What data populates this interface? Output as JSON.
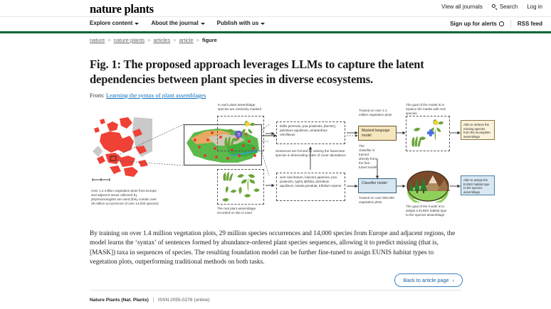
{
  "masthead": {
    "brand": "nature plants",
    "links": [
      {
        "label": "View all journals",
        "icon": null
      },
      {
        "label": "Search",
        "icon": "search-icon"
      },
      {
        "label": "Log in",
        "icon": null
      }
    ]
  },
  "nav": {
    "left": [
      {
        "label": "Explore content",
        "icon": "chevron-down-icon"
      },
      {
        "label": "About the journal",
        "icon": "chevron-down-icon"
      },
      {
        "label": "Publish with us",
        "icon": "chevron-down-icon"
      }
    ],
    "right": [
      {
        "label": "Sign up for alerts",
        "icon": "bell-icon"
      },
      {
        "label": "RSS feed",
        "icon": null
      }
    ],
    "accent_color": "#006634"
  },
  "breadcrumb": {
    "items": [
      "nature",
      "nature plants",
      "articles",
      "article"
    ],
    "current": "figure",
    "separator": ">"
  },
  "figure": {
    "title": "Fig. 1: The proposed approach leverages LLMs to capture the latent dependencies between plant species in diverse ecosystems.",
    "from_label": "From:",
    "from_link": "Learning the syntax of plant assemblages",
    "body": "By training on over 1.4 million vegetation plots, 29 million species occurrences and 14,000 species from Europe and adjacent regions, the model learns the ‘syntax’ of sentences formed by abundance-ordered plant species sequences, allowing it to predict missing (that is, [MASK]) taxa in sequences of species. The resulting foundation model can be further fine-tuned to assign EUNIS habitat types to vegetation plots, outperforming traditional methods on both tasks."
  },
  "diagram": {
    "plots_caption": "Over 1.4 million vegetation plots from Europe and adjacent areas collected by phytosociologists are used (they contain over 29 million occurrences of over 14,000 species)",
    "masked_caption": "In each plant assemblage, species are randomly masked",
    "real_caption": "The real plant assemblage recorded on site is used",
    "sentence_masked": "bellis perennis, poa pratensis, [MASK], pteridium aquilinum, amaranthus retroflexus",
    "sentence_real": "acer saccharum, lonicera japonica, poa pratensis, typha latifolia, pteridium aquilinum, betula pendula, trifolium repens",
    "ranking_note": "Sentences are formed by ranking the lowercase species in descending order of cover abundance",
    "mlm_trained": "Trained on over 1.4 million vegetation plots",
    "mlm_box": "Masked language model",
    "classifier_note": "The classifier is trained directly from the fine-tuned model",
    "classifier_box": "Classifier model",
    "classifier_trained": "Trained on over 800,000 vegetation plots",
    "goal_mlm": "The goal of the model is to replace the masks with real species",
    "goal_classifier": "The goal of the model is to assign a EUNIS habitat type to the species assemblage",
    "out_mlm": "Able to retrieve the missing species from the incomplete assemblage",
    "out_classifier": "Able to assign the EUNIS habitat type to the species assemblage",
    "colors": {
      "mlm_box": "#f6e6bd",
      "classifier_box": "#d6e6f2",
      "out_mlm": "#fbf2da",
      "out_classifier": "#d9e8f4",
      "plot_point": "#e8342a",
      "plant_green": "#6aa63b"
    }
  },
  "back_button": {
    "label": "Back to article page",
    "icon": "chevron-right-icon"
  },
  "footer": {
    "journal": "Nature Plants (Nat. Plants)",
    "issn": "ISSN 2055-0278 (online)"
  }
}
